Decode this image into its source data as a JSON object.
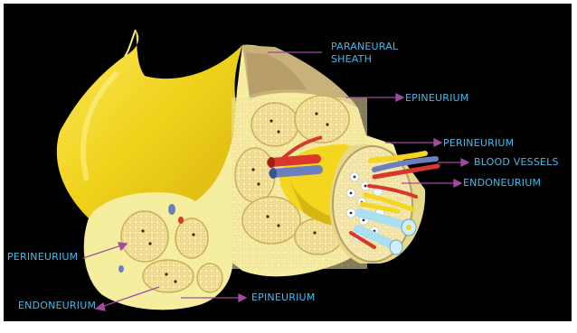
{
  "labels": {
    "paraneural_sheath_line1": "PARANEURAL",
    "paraneural_sheath_line2": "SHEATH",
    "epineurium_upper": "EPINEURIUM",
    "perineurium_right": "PERINEURIUM",
    "blood_vessels": "BLOOD VESSELS",
    "endoneurium_right": "ENDONEURIUM",
    "perineurium_left": "PERINEURIUM",
    "endoneurium_left": "ENDONEURIUM",
    "epineurium_lower": "EPINEURIUM"
  },
  "colors": {
    "background": "#000000",
    "label_text": "#49b8e6",
    "leader_line": "#a04aa0",
    "sheath_yellow": "#f3dc28",
    "tissue_cream": "#f7efa8",
    "fascicle": "#f6e6a6",
    "artery_red": "#d7372c",
    "vein_blue": "#6b7fbf",
    "axon_cyan": "#a9dff0"
  }
}
